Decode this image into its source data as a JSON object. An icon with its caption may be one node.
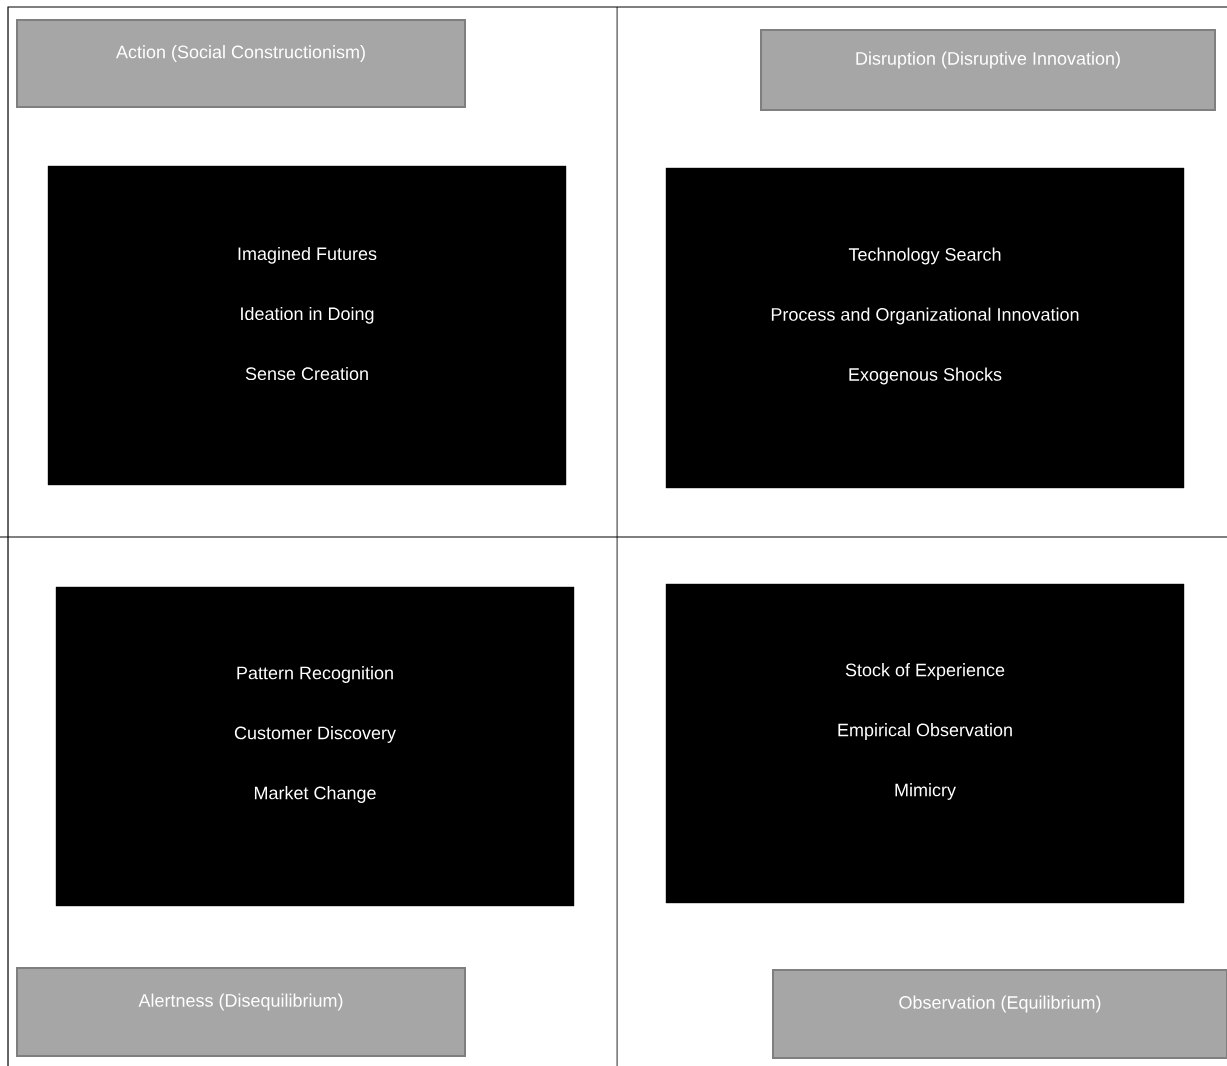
{
  "diagram": {
    "nodes": [
      {
        "text": [
          "Action (Social Constructionism)"
        ]
      },
      {
        "text": [
          "Disruption (Disruptive Innovation)"
        ]
      },
      {
        "text": [
          "Imagined Futures",
          "Ideation in Doing",
          "Sense Creation"
        ]
      },
      {
        "text": [
          "Technology Search",
          "Process and Organizational Innovation",
          "Exogenous Shocks"
        ]
      },
      {
        "text": [
          "Pattern Recognition",
          "Customer Discovery",
          "Market Change"
        ]
      },
      {
        "text": [
          "Stock of Experience",
          "Empirical Observation",
          "Mimicry"
        ]
      },
      {
        "text": [
          "Alertness (Disequilibrium)"
        ]
      },
      {
        "text": [
          "Observation (Equilibrium)"
        ]
      }
    ],
    "edges": []
  }
}
